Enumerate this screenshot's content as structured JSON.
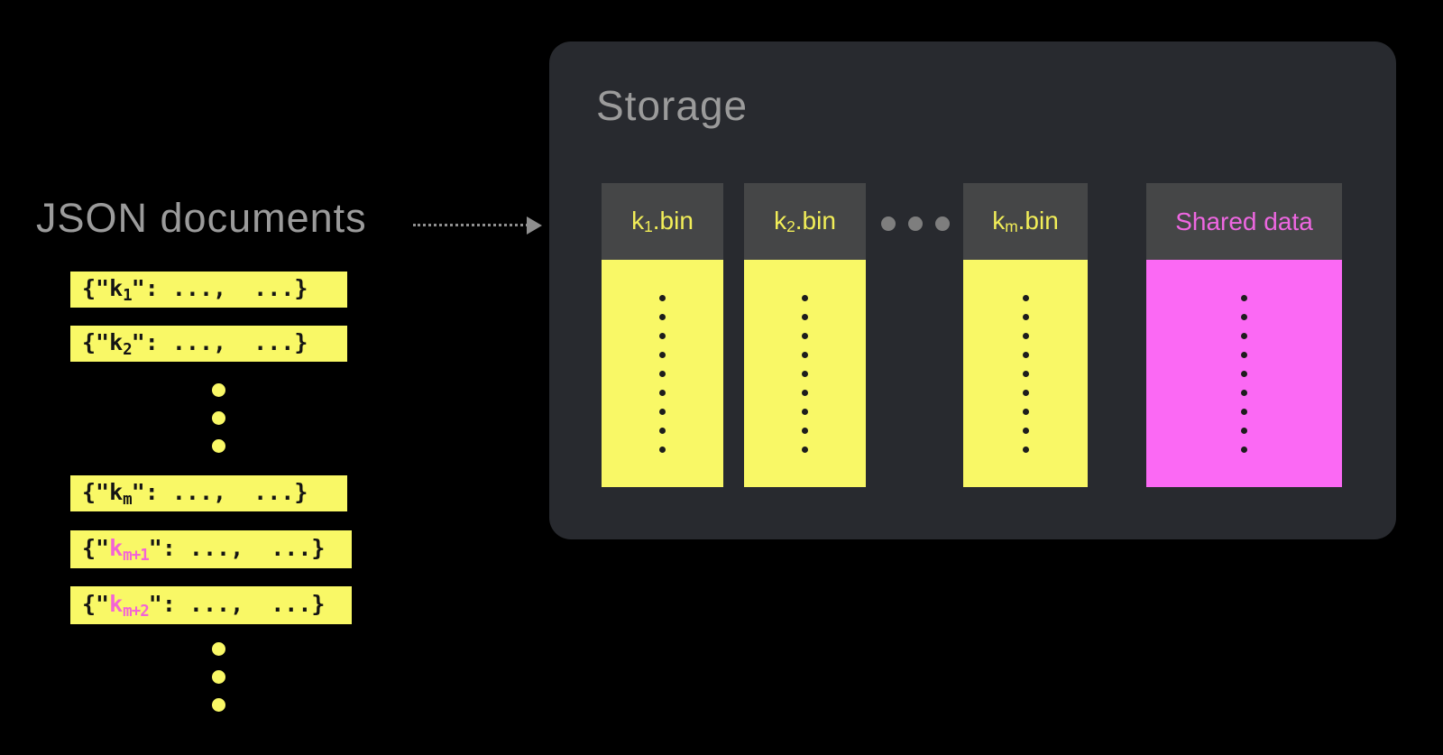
{
  "json_docs": {
    "title": "JSON documents",
    "bars": [
      {
        "open": "{\"",
        "key": "k",
        "sub": "1",
        "close": "\": ...,  ...}",
        "highlighted": false
      },
      {
        "open": "{\"",
        "key": "k",
        "sub": "2",
        "close": "\": ...,  ...}",
        "highlighted": false
      },
      {
        "open": "{\"",
        "key": "k",
        "sub": "m",
        "close": "\": ...,  ...}",
        "highlighted": false
      },
      {
        "open": "{\"",
        "key": "k",
        "sub": "m+1",
        "close": "\": ...,  ...}",
        "highlighted": true
      },
      {
        "open": "{\"",
        "key": "k",
        "sub": "m+2",
        "close": "\": ...,  ...}",
        "highlighted": true
      }
    ],
    "ellipsis_dot_count": 3
  },
  "storage": {
    "title": "Storage",
    "columns": [
      {
        "header": {
          "key": "k",
          "sub": "1",
          "suffix": ".bin"
        },
        "type": "bin"
      },
      {
        "header": {
          "key": "k",
          "sub": "2",
          "suffix": ".bin"
        },
        "type": "bin"
      },
      {
        "header": {
          "key": "k",
          "sub": "m",
          "suffix": ".bin"
        },
        "type": "bin"
      },
      {
        "header": {
          "label": "Shared data"
        },
        "type": "shared"
      }
    ],
    "ellipsis_dot_count": 3,
    "body_dot_count": 9
  },
  "colors": {
    "background": "#000000",
    "panel": "#282a2f",
    "header_block": "#454647",
    "yellow": "#f9f866",
    "header_label_yellow": "#f2ee58",
    "magenta_body": "#fb69f4",
    "shared_label_pink": "#ee67e1",
    "doc_key_pink": "#f464d6",
    "muted_text": "#9b9b9b",
    "arrow_gray": "#8f8f8f",
    "body_dot": "#1d1d1d",
    "ellipsis_gray": "#7e7e7e"
  }
}
